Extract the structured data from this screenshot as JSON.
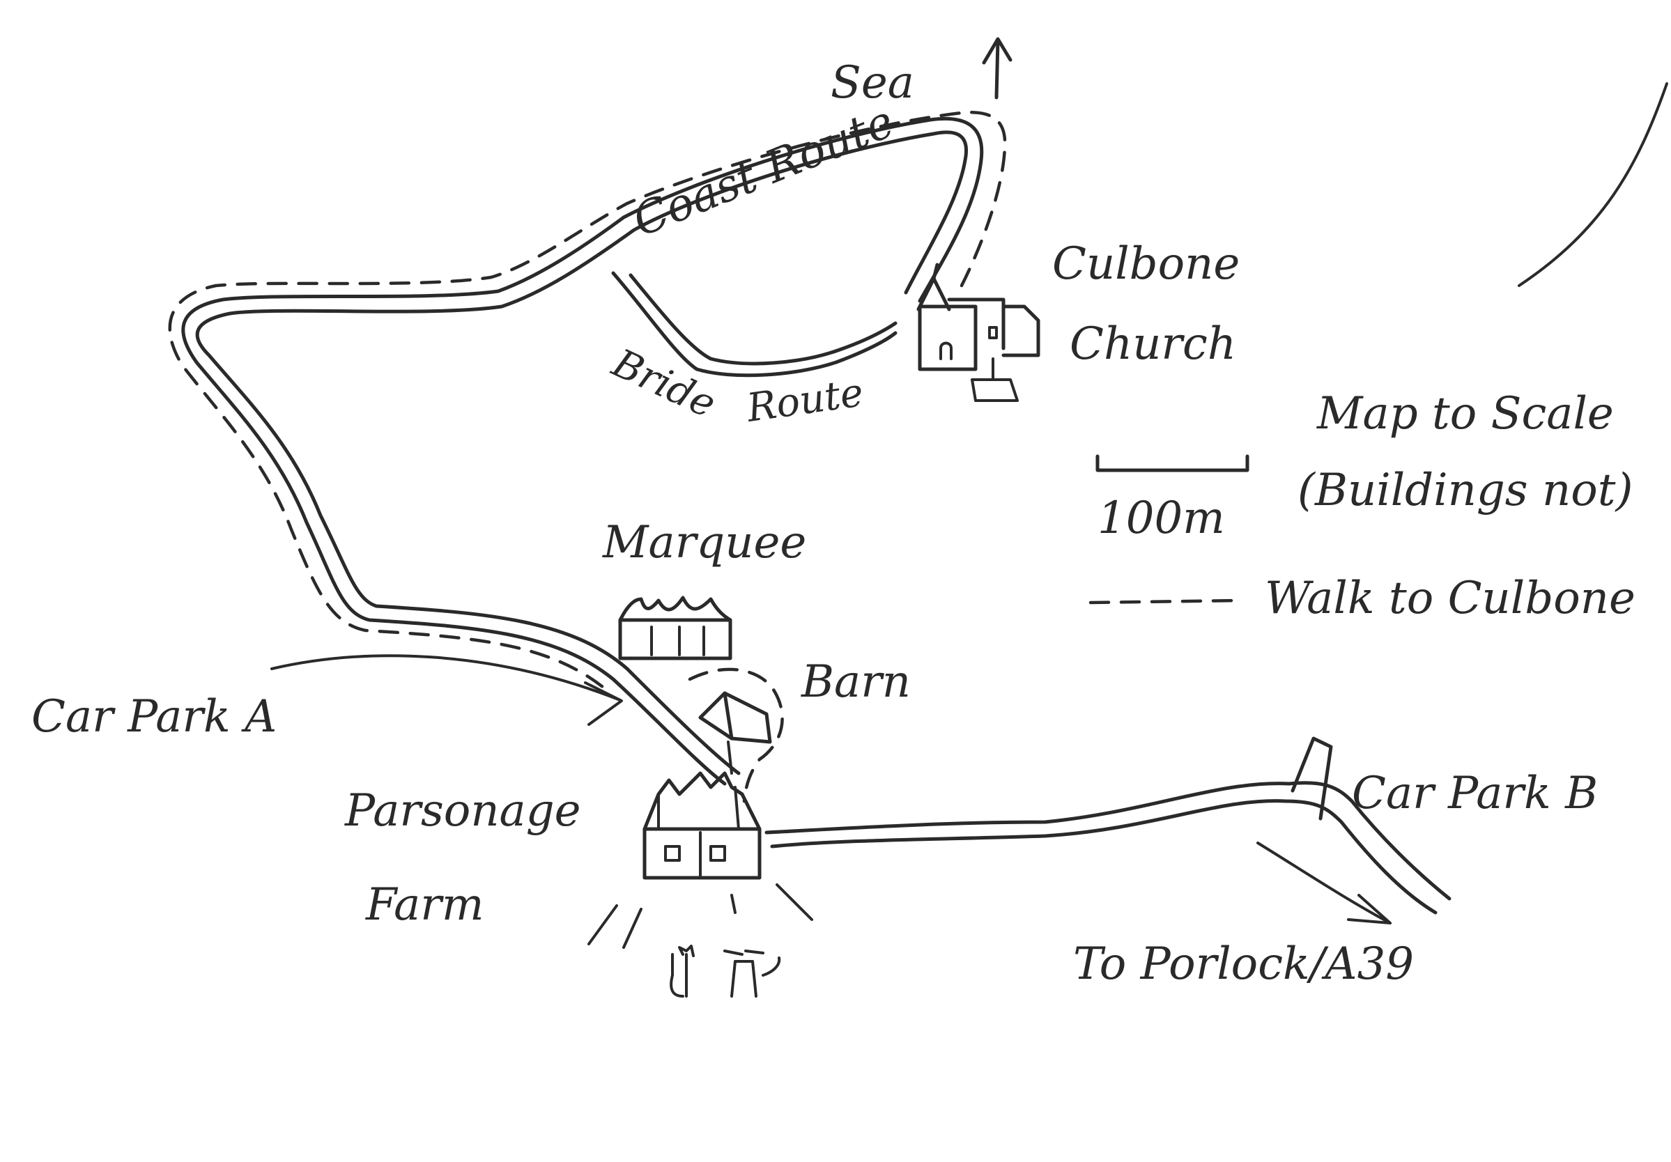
{
  "map": {
    "labels": {
      "sea": "Sea",
      "coast_route": "Coast Route",
      "culbone_church_line1": "Culbone",
      "culbone_church_line2": "Church",
      "bridle_route_1": "Bride",
      "bridle_route_2": "Route",
      "map_to_scale": "Map to Scale",
      "buildings_not": "(Buildings not)",
      "scale_100m": "100m",
      "walk_to_culbone": "Walk to Culbone",
      "marquee": "Marquee",
      "barn": "Barn",
      "car_park_a": "Car Park A",
      "parsonage_farm_line1": "Parsonage",
      "parsonage_farm_line2": "Farm",
      "car_park_b": "Car Park B",
      "to_porlock": "To Porlock/A39"
    },
    "legend": {
      "scale_bar_label": "100m",
      "dashed_line_meaning": "Walk to Culbone"
    },
    "colors": {
      "ink": "#2a2a2a",
      "paper": "#ffffff"
    }
  }
}
